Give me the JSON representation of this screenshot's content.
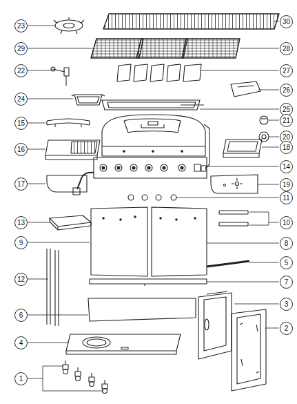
{
  "diagram": {
    "labels": [
      "23",
      "30",
      "29",
      "28",
      "22",
      "27",
      "24",
      "26",
      "25",
      "15",
      "21",
      "20",
      "16",
      "18",
      "14",
      "17",
      "19",
      "11",
      "13",
      "10",
      "9",
      "8",
      "5",
      "12",
      "7",
      "6",
      "3",
      "4",
      "2",
      "1"
    ]
  }
}
